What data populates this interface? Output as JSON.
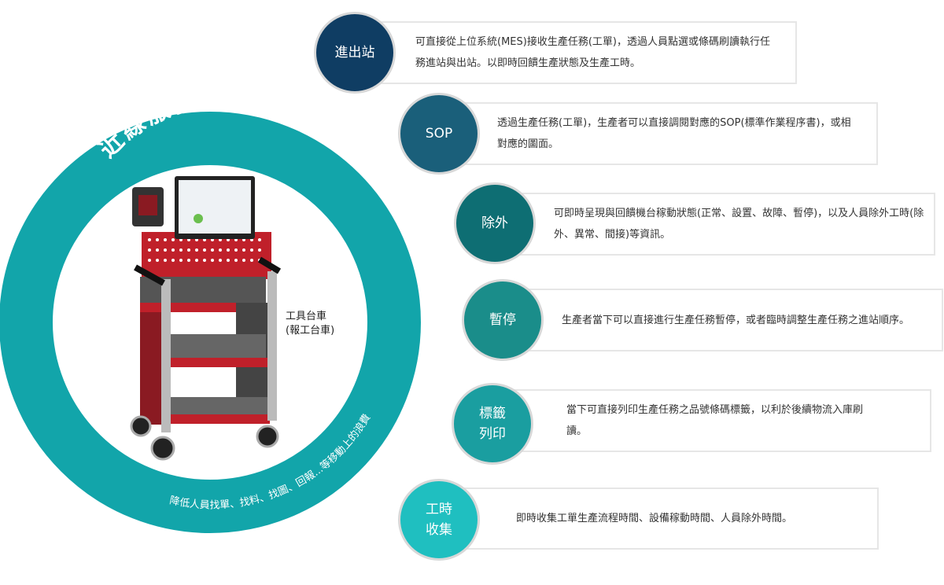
{
  "ring": {
    "title": "近線服務",
    "caption": "降低人員找單、找料、找圖、回報...等移動上的浪費",
    "color": "#12a5aa"
  },
  "cart": {
    "label_line1": "工具台車",
    "label_line2": "(報工台車)"
  },
  "features": [
    {
      "title": "進出站",
      "color": "#0f3d63",
      "desc": "可直接從上位系統(MES)接收生產任務(工單)，透過人員點選或條碼刷讀執行任務進站與出站。以即時回饋生產狀態及生產工時。"
    },
    {
      "title": "SOP",
      "color": "#1a5f7a",
      "desc": "透過生產任務(工單)，生產者可以直接調閱對應的SOP(標準作業程序書)，或相對應的圖面。"
    },
    {
      "title": "除外",
      "color": "#0e6e73",
      "desc": "可即時呈現與回饋機台稼動狀態(正常、設置、故障、暫停)，以及人員除外工時(除外、異常、間接)等資訊。"
    },
    {
      "title": "暫停",
      "color": "#1a8d8a",
      "desc": "生產者當下可以直接進行生產任務暫停，或者臨時調整生產任務之進站順序。"
    },
    {
      "title": "標籤\n列印",
      "color": "#1a9ea0",
      "desc": "當下可直接列印生產任務之品號條碼標籤，以利於後續物流入庫刷讀。"
    },
    {
      "title": "工時\n收集",
      "color": "#1fbfc0",
      "desc": "即時收集工單生產流程時間、設備稼動時間、人員除外時間。"
    }
  ]
}
